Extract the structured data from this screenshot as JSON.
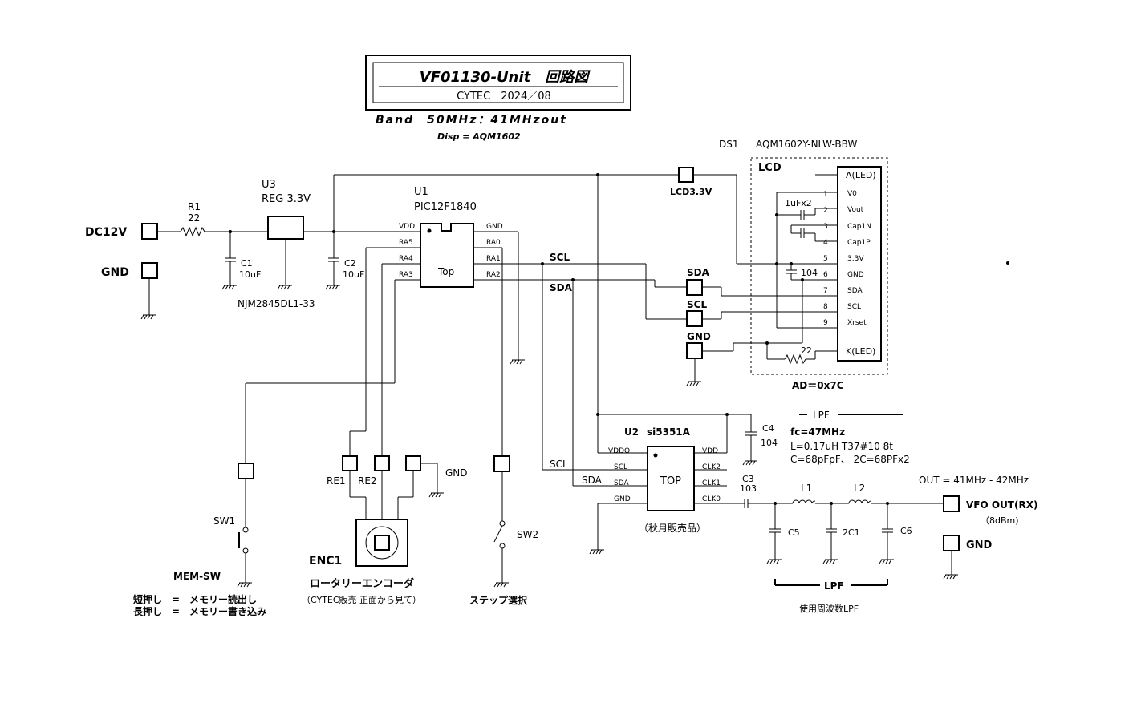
{
  "title": {
    "main": "VF01130-Unit　回路図",
    "sub": "CYTEC　2024／08",
    "band": "Band　50MHz：41MHzout",
    "disp": "Disp = AQM1602"
  },
  "connectors": {
    "dc12v": "DC12V",
    "gnd_in": "GND",
    "lcd33": "LCD3.3V",
    "sda": "SDA",
    "scl": "SCL",
    "gnd_lcd": "GND",
    "vfo_out": "VFO OUT(RX)",
    "vfo_level": "（8dBm)",
    "gnd_out": "GND"
  },
  "components": {
    "r1": {
      "ref": "R1",
      "value": "22"
    },
    "u3": {
      "ref": "U3",
      "name": "REG 3.3V",
      "part": "NJM2845DL1-33"
    },
    "c1": {
      "ref": "C1",
      "value": "10uF"
    },
    "c2": {
      "ref": "C2",
      "value": "10uF"
    },
    "u1": {
      "ref": "U1",
      "name": "PIC12F1840",
      "body": "Top",
      "left_pins": [
        "VDD",
        "RA5",
        "RA4",
        "RA3"
      ],
      "right_pins": [
        "GND",
        "RA0",
        "RA1",
        "RA2"
      ]
    },
    "ds1": {
      "ref": "DS1",
      "name": "AQM1602Y-NLW-BBW",
      "label": "LCD",
      "pins": [
        "A(LED)",
        "V0",
        "Vout",
        "Cap1N",
        "Cap1P",
        "3.3V",
        "GND",
        "SDA",
        "SCL",
        "Xrset",
        "K(LED)"
      ],
      "pin_nums": [
        "1",
        "2",
        "3",
        "4",
        "5",
        "6",
        "7",
        "8",
        "9"
      ],
      "cap_pair": "1uFx2",
      "cap_bypass": "104",
      "r_led": "22",
      "address": "AD＝0x7C"
    },
    "u2": {
      "ref": "U2",
      "name": "si5351A",
      "body": "TOP",
      "note": "（秋月販売品）",
      "left_pins": [
        "VDDO",
        "SCL",
        "SDA",
        "GND"
      ],
      "right_pins": [
        "VDD",
        "CLK2",
        "CLK1",
        "CLK0"
      ]
    },
    "c4": {
      "ref": "C4",
      "value": "104"
    },
    "c3": {
      "ref": "C3",
      "value": "103"
    },
    "l1": "L1",
    "l2": "L2",
    "c5": "C5",
    "c2c1": "2C1",
    "c6": "C6",
    "enc1": {
      "ref": "ENC1",
      "name": "ロータリーエンコーダ",
      "note": "（CYTEC販売  正面から見て）",
      "pins": [
        "RE1",
        "RE2",
        "GND"
      ]
    },
    "sw1": {
      "ref": "SW1",
      "name": "MEM-SW"
    },
    "sw2": {
      "ref": "SW2",
      "name": "ステップ選択"
    }
  },
  "net_labels": {
    "scl": "SCL",
    "sda": "SDA"
  },
  "lpf": {
    "title": "LPF",
    "fc": "fc=47MHz",
    "spec1": "L=0.17uH T37#10  8t",
    "spec2": "C=68pFpF、 2C=68PFx2",
    "out_range": "OUT = 41MHz - 42MHz",
    "bracket": "LPF",
    "caption": "使用周波数LPF"
  },
  "notes": {
    "short_press": "短押し　=　メモリー読出し",
    "long_press": "長押し　=　メモリー書き込み"
  }
}
